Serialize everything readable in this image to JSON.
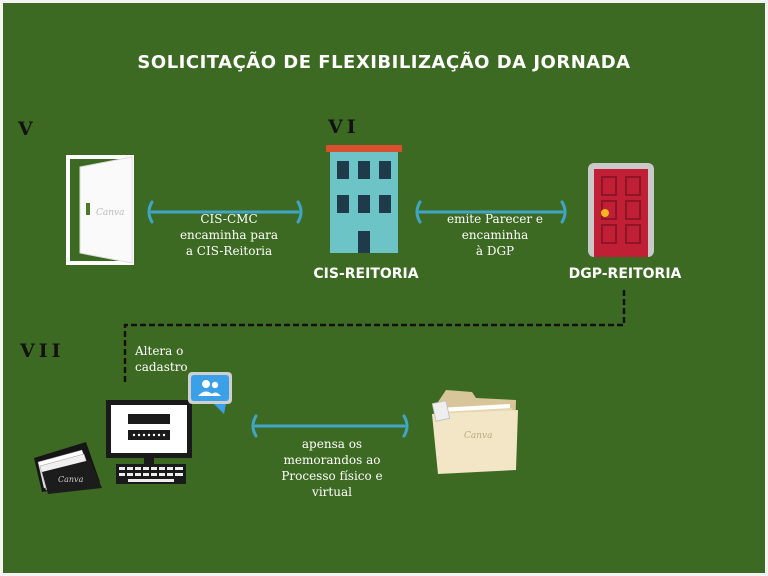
{
  "title": "SOLICITAÇÃO DE FLEXIBILIZAÇÃO DA JORNADA",
  "steps": {
    "v": "V",
    "vi": "VI",
    "vii": "VII"
  },
  "nodes": {
    "cis": "CIS-REITORIA",
    "dgp": "DGP-REITORIA"
  },
  "connectors": {
    "door_to_cis": "CIS-CMC\nencaminha para\na CIS-Reitoria",
    "cis_to_dgp": "emite Parecer e\nencaminha\nà DGP",
    "altera": "Altera o\ncadastro",
    "apensa": "apensa os\nmemorandos ao\nProcesso físico e\nvirtual"
  },
  "watermarks": {
    "canva": "Canva"
  },
  "icons": {
    "door_open": "open-door-icon",
    "building": "building-icon",
    "door_red": "red-door-icon",
    "computer": "computer-login-icon",
    "contacts": "contacts-chat-icon",
    "folder_dark": "dark-folder-icon",
    "folder_manila": "manila-folder-icon"
  },
  "colors": {
    "background": "#3d6a22",
    "connector": "#3fa6c8",
    "roof": "#d9502e",
    "building": "#6cc4c6",
    "red_door": "#c01f35"
  }
}
